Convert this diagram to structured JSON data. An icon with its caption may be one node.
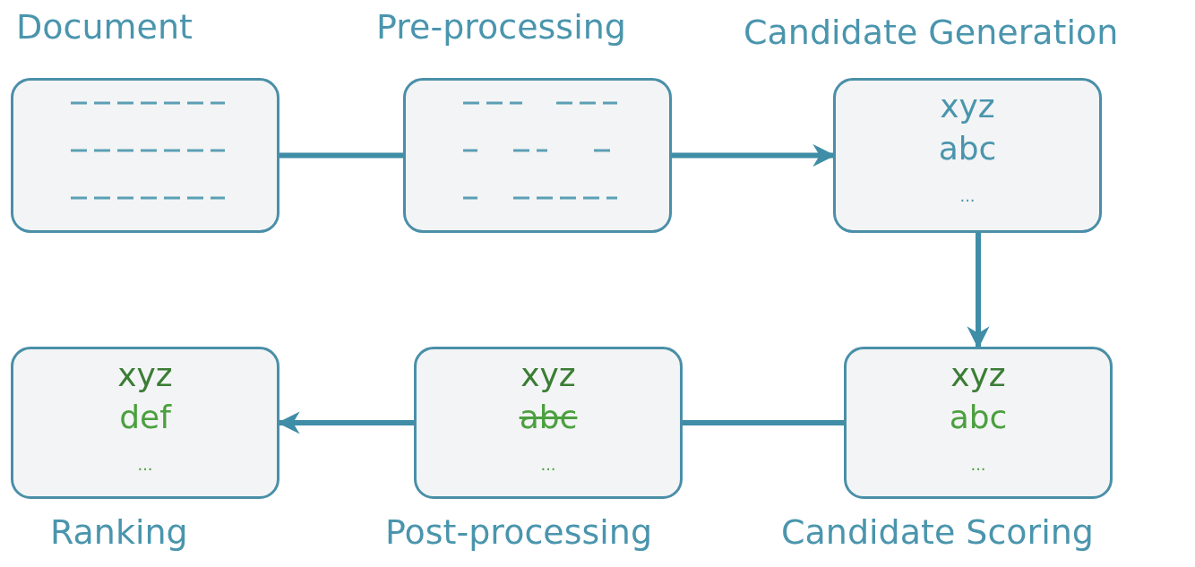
{
  "diagram": {
    "nodes": [
      {
        "text": [
          "Document"
        ]
      },
      {
        "text": [
          "Pre-processing"
        ]
      },
      {
        "text": [
          "Candidate Generation",
          "xyz",
          "abc",
          "..."
        ]
      },
      {
        "text": [
          "xyz",
          "abc",
          "...",
          "Candidate Scoring"
        ]
      },
      {
        "text": [
          "xyz",
          "abc",
          "...",
          "Post-processing"
        ]
      },
      {
        "text": [
          "xyz",
          "def",
          "...",
          "Ranking"
        ]
      }
    ],
    "edges": [
      {
        "from": 0,
        "to": 1,
        "arrow": "none"
      },
      {
        "from": 1,
        "to": 2,
        "arrow": "to"
      },
      {
        "from": 2,
        "to": 3,
        "arrow": "to"
      },
      {
        "from": 3,
        "to": 4,
        "arrow": "none"
      },
      {
        "from": 4,
        "to": 5,
        "arrow": "to"
      }
    ]
  }
}
